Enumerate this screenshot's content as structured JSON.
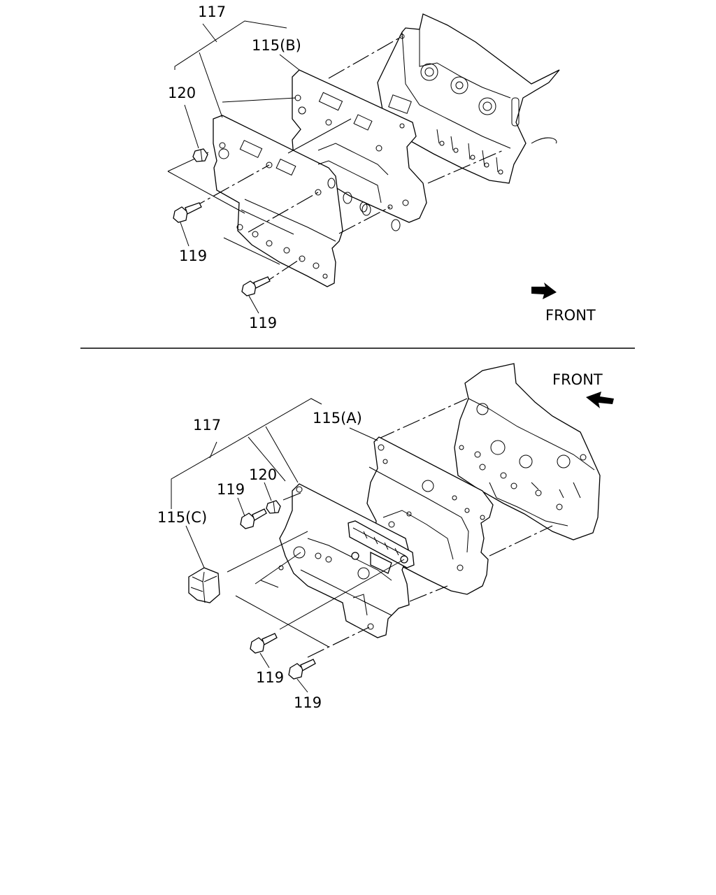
{
  "top": {
    "front_label": "FRONT",
    "callouts": {
      "assembly": "117",
      "gasket_b": "115(B)",
      "nut": "120",
      "bolt_left": "119",
      "bolt_bottom": "119"
    }
  },
  "bottom": {
    "front_label": "FRONT",
    "callouts": {
      "assembly": "117",
      "gasket_a": "115(A)",
      "nut": "120",
      "bolt_upper": "119",
      "cap_c": "115(C)",
      "bolt_lower_left": "119",
      "bolt_lower_right": "119"
    }
  }
}
